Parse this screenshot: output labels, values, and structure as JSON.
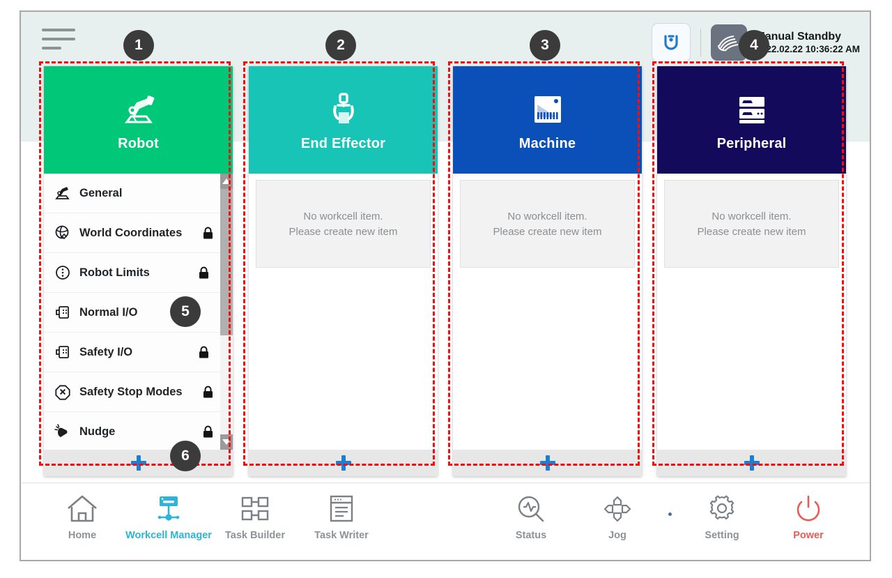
{
  "header": {
    "menu_icon": "hamburger-menu-icon",
    "cobot_icon": "cobot-arm-icon",
    "mode_icon": "manual-hand-icon",
    "mode_title": "Manual Standby",
    "mode_time": "2022.02.22 10:36:22 AM"
  },
  "cards": [
    {
      "key": "robot",
      "title": "Robot",
      "icon": "robot-arm-icon",
      "color": "#00c878",
      "add_label": "+",
      "has_list": true
    },
    {
      "key": "end-effector",
      "title": "End Effector",
      "icon": "gripper-icon",
      "color": "#18c4b5",
      "add_label": "+",
      "has_list": false
    },
    {
      "key": "machine",
      "title": "Machine",
      "icon": "machine-icon",
      "color": "#0b4fb8",
      "add_label": "+",
      "has_list": false
    },
    {
      "key": "peripheral",
      "title": "Peripheral",
      "icon": "peripheral-rack-icon",
      "color": "#130a5c",
      "add_label": "+",
      "has_list": false
    }
  ],
  "empty_state": {
    "line1": "No workcell item.",
    "line2": "Please create new item"
  },
  "robot_list": [
    {
      "label": "General",
      "icon": "robot-arm-icon",
      "locked": false,
      "lock_gap": false
    },
    {
      "label": "World Coordinates",
      "icon": "globe-axis-icon",
      "locked": true,
      "lock_gap": false
    },
    {
      "label": "Robot Limits",
      "icon": "limits-circle-icon",
      "locked": true,
      "lock_gap": true
    },
    {
      "label": "Normal I/O",
      "icon": "io-port-icon",
      "locked": false,
      "lock_gap": false
    },
    {
      "label": "Safety I/O",
      "icon": "io-port-icon",
      "locked": true,
      "lock_gap": true
    },
    {
      "label": "Safety Stop Modes",
      "icon": "stop-x-icon",
      "locked": true,
      "lock_gap": false
    },
    {
      "label": "Nudge",
      "icon": "nudge-hand-icon",
      "locked": true,
      "lock_gap": false
    }
  ],
  "bottom_nav": {
    "left": [
      {
        "label": "Home",
        "icon": "home-icon",
        "active": false
      },
      {
        "label": "Workcell Manager",
        "icon": "workcell-manager-icon",
        "active": true
      },
      {
        "label": "Task Builder",
        "icon": "task-builder-icon",
        "active": false
      },
      {
        "label": "Task Writer",
        "icon": "task-writer-icon",
        "active": false
      }
    ],
    "right": [
      {
        "label": "Status",
        "icon": "status-pulse-icon",
        "active": false
      },
      {
        "label": "Jog",
        "icon": "jog-dpad-icon",
        "active": false
      },
      {
        "label": "Setting",
        "icon": "gear-icon",
        "active": false
      },
      {
        "label": "Power",
        "icon": "power-icon",
        "active": false
      }
    ]
  },
  "annotations": [
    {
      "n": "1"
    },
    {
      "n": "2"
    },
    {
      "n": "3"
    },
    {
      "n": "4"
    },
    {
      "n": "5"
    },
    {
      "n": "6"
    }
  ],
  "colors": {
    "annotation": "#f60c0c",
    "badge": "#3b3b3b",
    "accent_active": "#2cb5d8",
    "power": "#e85c58",
    "plus": "#1b7fd4"
  }
}
